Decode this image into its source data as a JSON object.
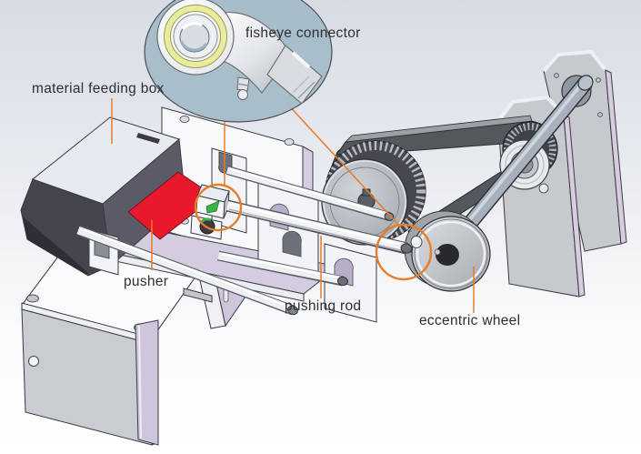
{
  "diagram": {
    "type": "cad-assembly-annotated",
    "labels": {
      "fisheye_connector": "fisheye connector",
      "material_feeding_box": "material feeding box",
      "pusher": "pusher",
      "pushing_rod": "pushing rod",
      "eccentric_wheel": "eccentric wheel"
    },
    "callout": {
      "shape": "ellipse",
      "content": "fisheye-connector-detail-view"
    },
    "colors": {
      "annotation": "#e87c28",
      "pusher": "#e8182d",
      "callout_fill": "#a4bcc8",
      "green_part": "#3bb24a",
      "background_top": "#d7dce4",
      "background_bottom": "#ffffff",
      "text": "#2e2e33"
    }
  }
}
